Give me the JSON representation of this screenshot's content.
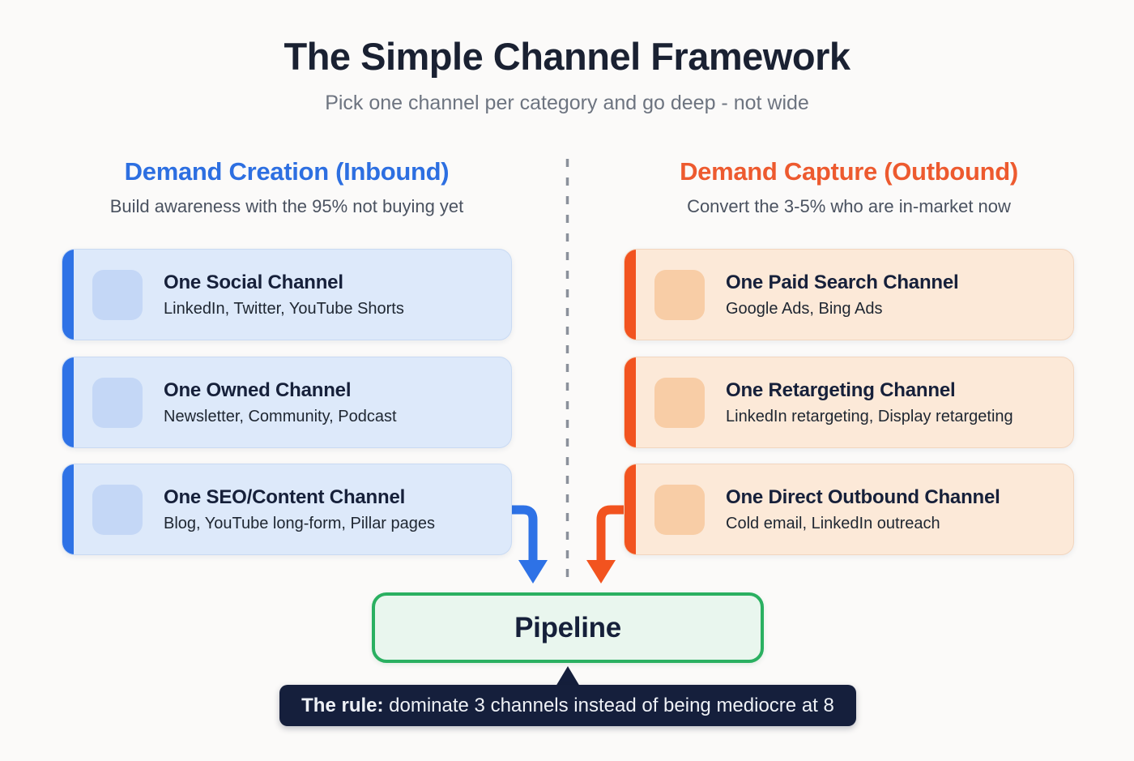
{
  "page": {
    "title": "The Simple Channel Framework",
    "subtitle": "Pick one channel per category and go deep - not wide"
  },
  "columns": [
    {
      "title": "Demand Creation (Inbound)",
      "subtitle": "Build awareness with the 95% not buying yet",
      "accent_color": "#2d6fe1",
      "cards": [
        {
          "title": "One Social Channel",
          "subtitle": "LinkedIn, Twitter, YouTube Shorts"
        },
        {
          "title": "One Owned Channel",
          "subtitle": "Newsletter, Community, Podcast"
        },
        {
          "title": "One SEO/Content Channel",
          "subtitle": "Blog, YouTube long-form, Pillar pages"
        }
      ]
    },
    {
      "title": "Demand Capture (Outbound)",
      "subtitle": "Convert the 3-5% who are in-market now",
      "accent_color": "#ed5a2f",
      "cards": [
        {
          "title": "One Paid Search Channel",
          "subtitle": "Google Ads, Bing Ads"
        },
        {
          "title": "One Retargeting Channel",
          "subtitle": "LinkedIn retargeting, Display retargeting"
        },
        {
          "title": "One Direct Outbound Channel",
          "subtitle": "Cold email, LinkedIn outreach"
        }
      ]
    }
  ],
  "pipeline": {
    "label": "Pipeline"
  },
  "rule": {
    "bold": "The rule:",
    "rest": " dominate 3 channels instead of being mediocre at 8"
  },
  "colors": {
    "background": "#fbfaf9",
    "title_text": "#1a2132",
    "inbound_accent": "#2e72e6",
    "inbound_card_bg": "#dde9fa",
    "outbound_accent": "#f2531f",
    "outbound_card_bg": "#fce9d8",
    "pipeline_border": "#2ab061",
    "pipeline_bg": "#e9f6ee",
    "rule_bg": "#151f3c",
    "divider": "#8b919b"
  }
}
